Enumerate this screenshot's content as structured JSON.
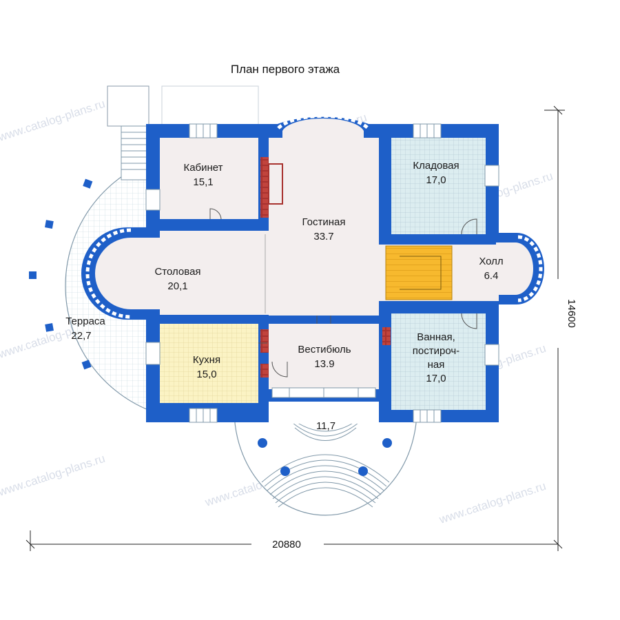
{
  "title": "План первого этажа",
  "rooms": [
    {
      "name": "Кабинет",
      "area": "15,1"
    },
    {
      "name": "Гостиная",
      "area": "33.7"
    },
    {
      "name": "Кладовая",
      "area": "17,0"
    },
    {
      "name": "Столовая",
      "area": "20,1"
    },
    {
      "name": "Холл",
      "area": "6.4"
    },
    {
      "name": "Терраса",
      "area": "22,7"
    },
    {
      "name": "Кухня",
      "area": "15,0"
    },
    {
      "name": "Вестибюль",
      "area": "13.9"
    },
    {
      "name_lines": [
        "Ванная,",
        "постироч-",
        "ная"
      ],
      "area": "17,0"
    },
    {
      "area": "11,7"
    }
  ],
  "dimensions": {
    "width": "20880",
    "depth": "14600"
  },
  "watermark": "www.catalog-plans.ru",
  "colors": {
    "wall": "#1e5fc8",
    "floor": "#f3eeee",
    "grid_floor": "#d8ecef",
    "kitchen": "#fbf3c4",
    "stairs": "#f7b92e",
    "grid_line": "#b4c9d4",
    "brick": "#a8322f"
  }
}
